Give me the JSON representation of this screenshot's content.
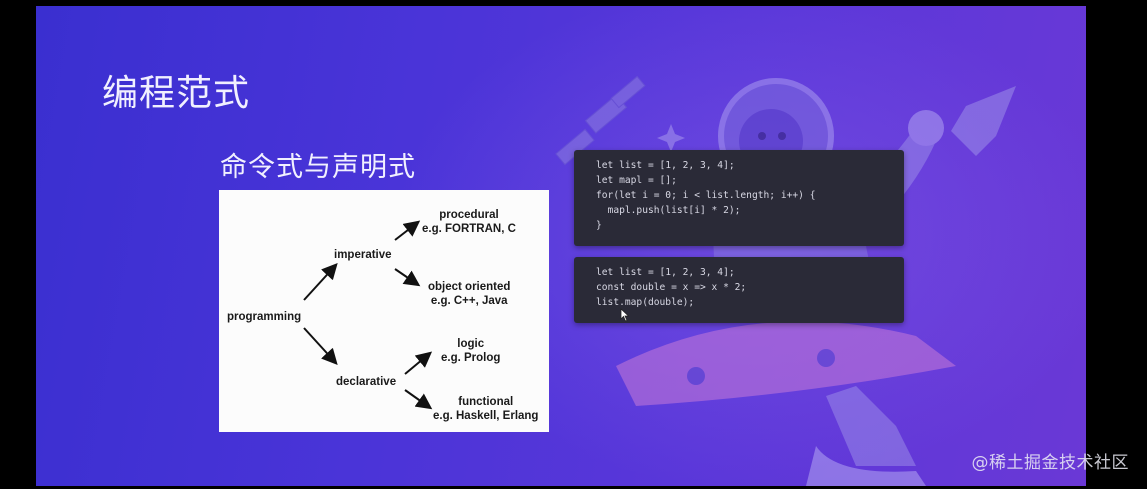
{
  "slide": {
    "title": "编程范式",
    "subtitle": "命令式与声明式"
  },
  "diagram": {
    "root": "programming",
    "imperative": "imperative",
    "declarative": "declarative",
    "procedural": {
      "name": "procedural",
      "example": "e.g. FORTRAN, C"
    },
    "object_oriented": {
      "name": "object oriented",
      "example": "e.g. C++, Java"
    },
    "logic": {
      "name": "logic",
      "example": "e.g. Prolog"
    },
    "functional": {
      "name": "functional",
      "example": "e.g. Haskell, Erlang"
    }
  },
  "code_imperative": [
    "let list = [1, 2, 3, 4];",
    "let mapl = [];",
    "for(let i = 0; i < list.length; i++) {",
    "  mapl.push(list[i] * 2);",
    "}"
  ],
  "code_declarative": [
    "let list = [1, 2, 3, 4];",
    "const double = x => x * 2;",
    "list.map(double);"
  ],
  "watermark": "@稀土掘金技术社区",
  "colors": {
    "slide_start": "#3a2fd0",
    "slide_end": "#6a38d6",
    "code_bg": "#2a2a37",
    "code_text": "#d8d8e4"
  }
}
